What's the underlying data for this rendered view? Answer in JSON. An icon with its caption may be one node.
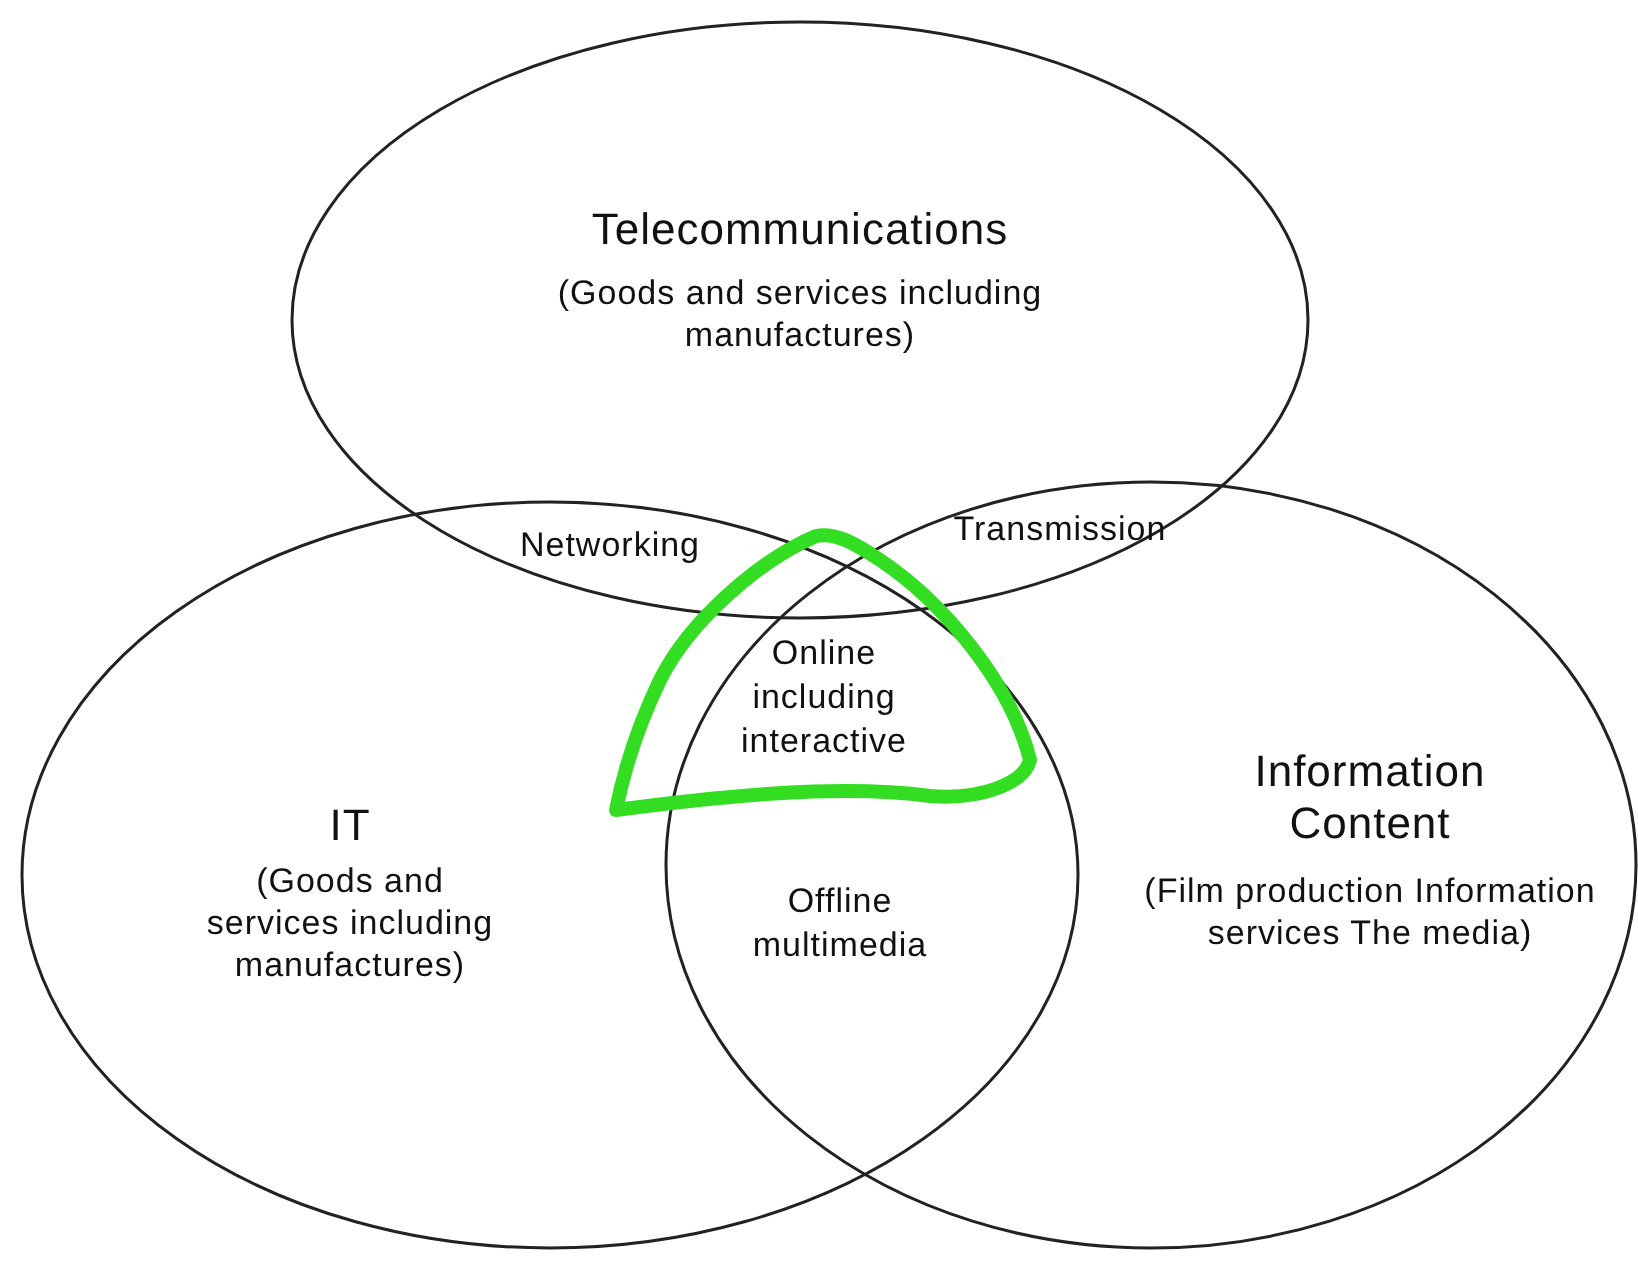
{
  "diagram": {
    "nodes": [
      {
        "text": [
          "Telecommunications",
          "(Goods and services including manufactures)"
        ]
      },
      {
        "text": [
          "IT",
          "(Goods and services including manufactures)"
        ]
      },
      {
        "text": [
          "Information Content",
          "(Film production Information services The media)"
        ]
      }
    ],
    "labels": [
      "Networking",
      "Transmission",
      "Online including interactive",
      "Offline multimedia"
    ]
  }
}
